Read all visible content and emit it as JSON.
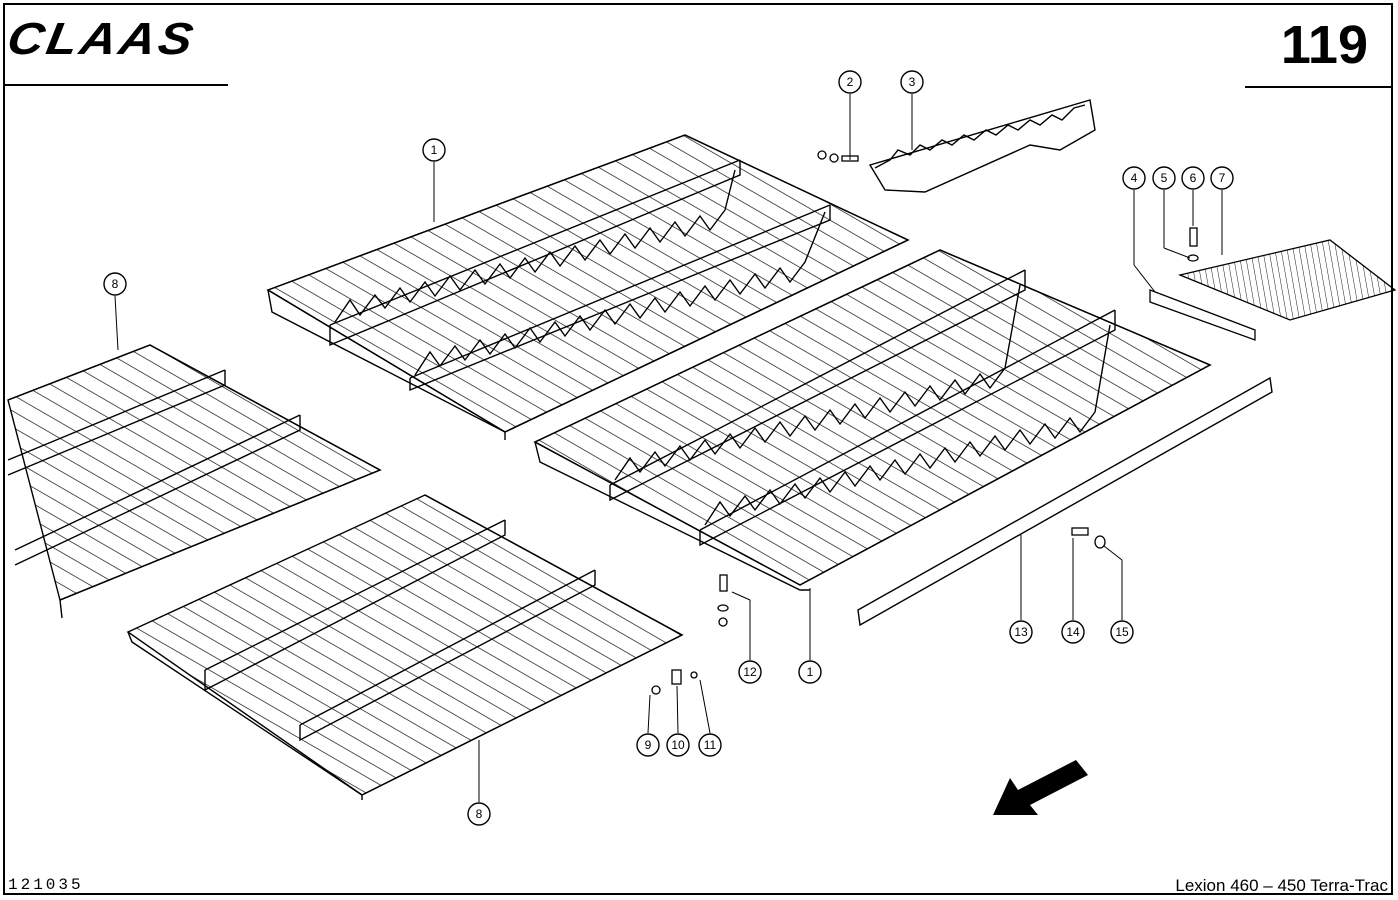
{
  "header": {
    "logo": "CLAAS",
    "page_number": "119"
  },
  "footer": {
    "document_number": "121035",
    "model": "Lexion 460 – 450 Terra-Trac"
  },
  "callouts": [
    "1",
    "2",
    "3",
    "4",
    "5",
    "6",
    "7",
    "8",
    "9",
    "10",
    "11",
    "12",
    "13",
    "14",
    "15"
  ],
  "callout_labels": {
    "c1a": "1",
    "c1b": "1",
    "c8a": "8",
    "c8b": "8"
  },
  "direction_arrow": "arrow-left-down"
}
